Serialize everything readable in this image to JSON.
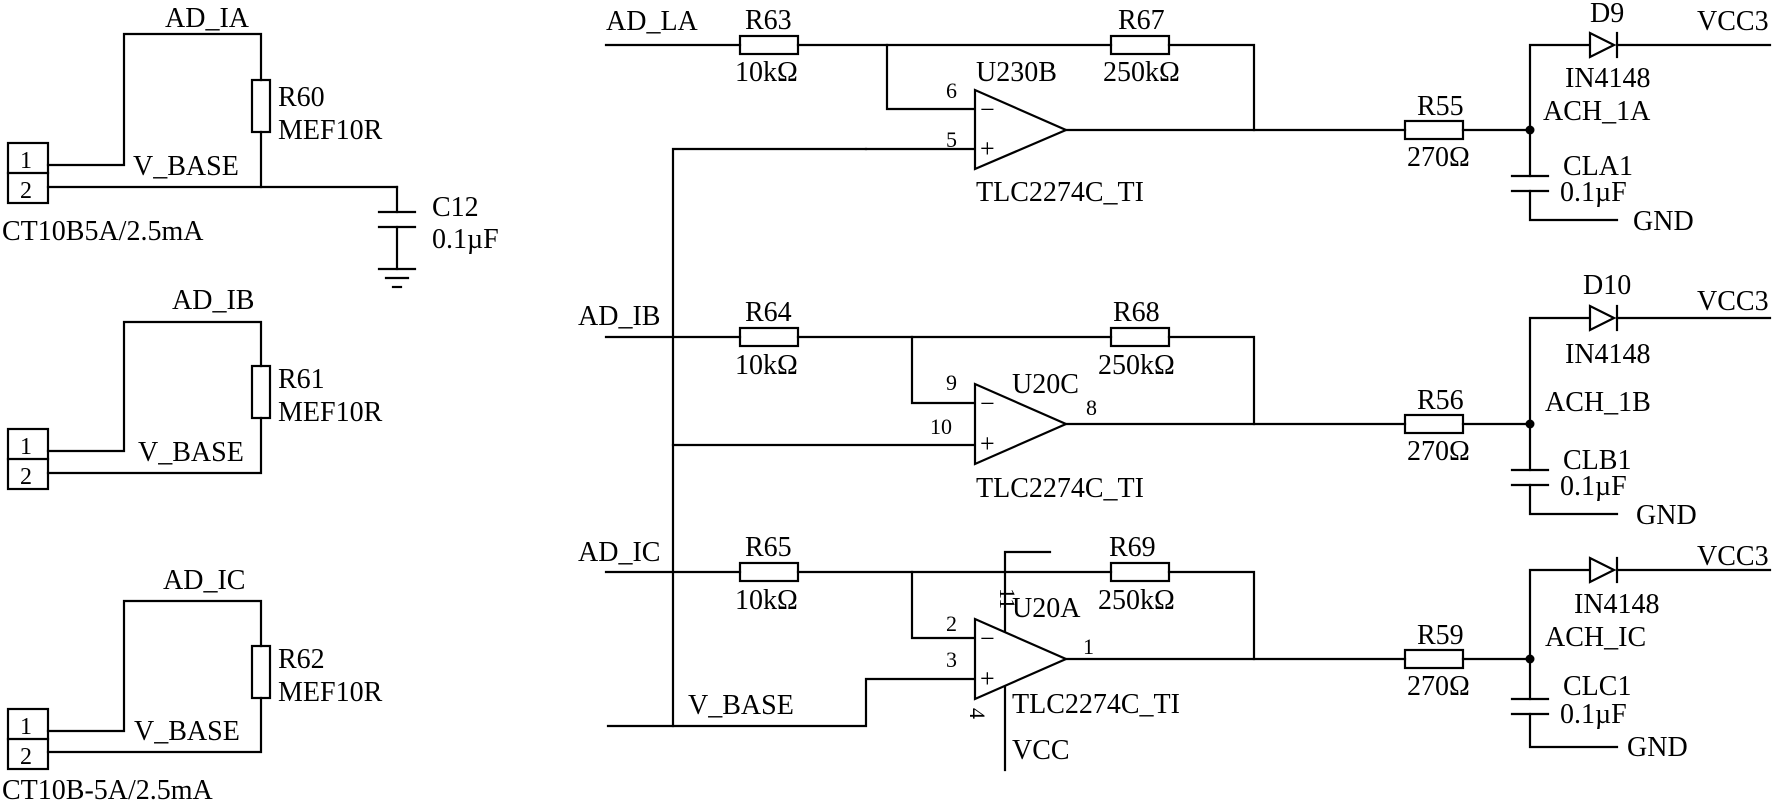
{
  "left_sensors": [
    {
      "net_label": "AD_IA",
      "resistor_name": "R60",
      "resistor_value": "MEF10R",
      "base_label": "V_BASE",
      "pin1": "1",
      "pin2": "2",
      "part_label": "CT10B5A/2.5mA"
    },
    {
      "net_label": "AD_IB",
      "resistor_name": "R61",
      "resistor_value": "MEF10R",
      "base_label": "V_BASE",
      "pin1": "1",
      "pin2": "2"
    },
    {
      "net_label": "AD_IC",
      "resistor_name": "R62",
      "resistor_value": "MEF10R",
      "base_label": "V_BASE",
      "pin1": "1",
      "pin2": "2",
      "part_label": "CT10B-5A/2.5mA"
    }
  ],
  "base_capacitor": {
    "name": "C12",
    "value": "0.1µF"
  },
  "channels": [
    {
      "input_label": "AD_LA",
      "in_resistor": {
        "name": "R63",
        "value": "10kΩ"
      },
      "fb_resistor": {
        "name": "R67",
        "value": "250kΩ"
      },
      "opamp": {
        "unit": "U230B",
        "part": "TLC2274C_TI",
        "pin_inv": "6",
        "pin_noninv": "5",
        "pin_out": "",
        "minus": "−",
        "plus": "+"
      },
      "out_resistor": {
        "name": "R55",
        "value": "270Ω"
      },
      "diode": {
        "name": "D9",
        "part": "IN4148"
      },
      "supply": "VCC3",
      "output_label": "ACH_1A",
      "filter_cap": {
        "name": "CLA1",
        "value": "0.1µF"
      },
      "ground": "GND"
    },
    {
      "input_label": "AD_IB",
      "in_resistor": {
        "name": "R64",
        "value": "10kΩ"
      },
      "fb_resistor": {
        "name": "R68",
        "value": "250kΩ"
      },
      "opamp": {
        "unit": "U20C",
        "part": "TLC2274C_TI",
        "pin_inv": "9",
        "pin_noninv": "10",
        "pin_out": "8",
        "minus": "−",
        "plus": "+"
      },
      "out_resistor": {
        "name": "R56",
        "value": "270Ω"
      },
      "diode": {
        "name": "D10",
        "part": "IN4148"
      },
      "supply": "VCC3",
      "output_label": "ACH_1B",
      "filter_cap": {
        "name": "CLB1",
        "value": "0.1µF"
      },
      "ground": "GND"
    },
    {
      "input_label": "AD_IC",
      "in_resistor": {
        "name": "R65",
        "value": "10kΩ"
      },
      "fb_resistor": {
        "name": "R69",
        "value": "250kΩ"
      },
      "opamp": {
        "unit": "U20A",
        "part": "TLC2274C_TI",
        "pin_inv": "2",
        "pin_noninv": "3",
        "pin_out": "1",
        "pin_vpos": "11",
        "pin_vneg": "4",
        "vcc_label": "VCC",
        "minus": "−",
        "plus": "+"
      },
      "out_resistor": {
        "name": "R59",
        "value": "270Ω"
      },
      "diode": {
        "name": "",
        "part": "IN4148"
      },
      "supply": "VCC3",
      "output_label": "ACH_IC",
      "filter_cap": {
        "name": "CLC1",
        "value": "0.1µF"
      },
      "ground": "GND"
    }
  ],
  "v_base_label": "V_BASE"
}
